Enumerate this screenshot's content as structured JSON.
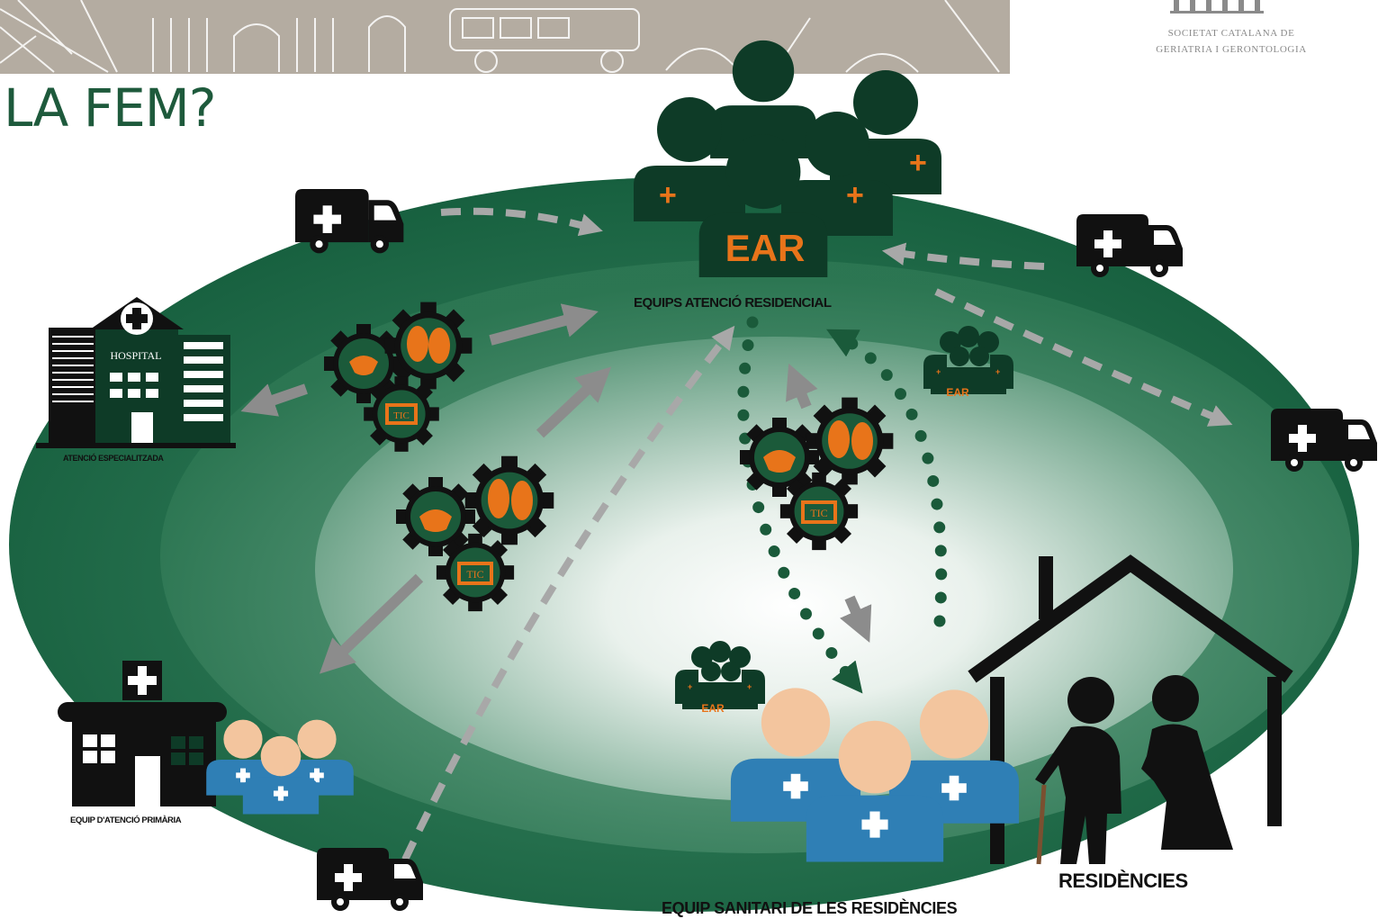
{
  "header": {
    "title": "LA FEM?",
    "society_line1": "SOCIETAT CATALANA DE",
    "society_line2": "GERIATRIA I GERONTOLOGIA"
  },
  "nodes": {
    "ear_main_badge": "EAR",
    "ear_main_label": "EQUIPS ATENCIÓ RESIDENCIAL",
    "ear_small_badge": "EAR",
    "hospital_sign": "HOSPITAL",
    "hospital_label": "ATENCIÓ ESPECIALITZADA",
    "primary_label": "EQUIP D'ATENCIÓ PRIMÀRIA",
    "residences_label": "RESIDÈNCIES",
    "residence_staff_label": "EQUIP SANITARI DE LES RESIDÈNCIES",
    "tic_label": "TIC"
  },
  "colors": {
    "dark_green": "#0e3b27",
    "ring_green": "#1f6b47",
    "orange": "#e8741a",
    "skin": "#f3c59e",
    "blue": "#2f7fb5",
    "grey_arrow": "#8c8c8c",
    "black": "#111111"
  },
  "icons": [
    "ambulance-icon",
    "hospital-icon",
    "health-center-icon",
    "gear-icon",
    "handshake-icon",
    "house-icon",
    "elderly-couple-icon",
    "medical-team-icon"
  ]
}
